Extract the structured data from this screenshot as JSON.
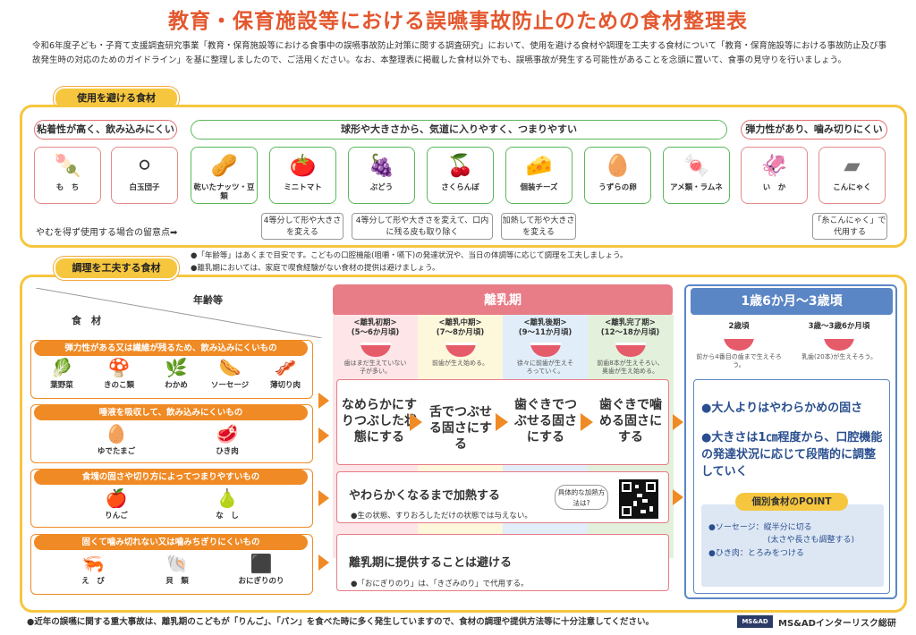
{
  "title": "教育・保育施設等における誤嚥事故防止のための食材整理表",
  "intro": "令和6年度子ども・子育て支援調査研究事業「教育・保育施設等における食事中の誤嚥事故防止対策に関する調査研究」において、使用を避ける食材や調理を工夫する食材について「教育・保育施設等における事故防止及び事故発生時の対応のためのガイドライン」を基に整理しましたので、ご活用ください。なお、本整理表に掲載した食材以外でも、誤嚥事故が発生する可能性があることを念頭に置いて、食事の見守りを行いましょう。",
  "avoid": {
    "tag": "使用を避ける食材",
    "groups": [
      {
        "label": "粘着性が高く、飲み込みにくい"
      },
      {
        "label": "球形や大きさから、気道に入りやすく、つまりやすい"
      },
      {
        "label": "弾力性があり、噛み切りにくい"
      }
    ],
    "foods": [
      {
        "label": "も　ち",
        "icon": "🍡"
      },
      {
        "label": "白玉団子",
        "icon": "⚪"
      },
      {
        "label": "乾いたナッツ・豆類",
        "icon": "🥜"
      },
      {
        "label": "ミニトマト",
        "icon": "🍅"
      },
      {
        "label": "ぶどう",
        "icon": "🍇"
      },
      {
        "label": "さくらんぼ",
        "icon": "🍒"
      },
      {
        "label": "個装チーズ",
        "icon": "🧀"
      },
      {
        "label": "うずらの卵",
        "icon": "🥚"
      },
      {
        "label": "アメ類・ラムネ",
        "icon": "🍬"
      },
      {
        "label": "い　か",
        "icon": "🦑"
      },
      {
        "label": "こんにゃく",
        "icon": "▰"
      }
    ],
    "caution": "やむを得ず使用する場合の留意点➡",
    "notes": [
      {
        "text": "4等分して形や大きさを変える"
      },
      {
        "text": "4等分して形や大きさを変えて、口内に残る皮も取り除く"
      },
      {
        "text": "加熱して形や大きさを変える"
      },
      {
        "text": "「糸こんにゃく」で代用する"
      }
    ]
  },
  "bullets": [
    "●「年齢等」はあくまで目安です。こどもの口腔機能(咀嚼・嚥下)の発達状況や、当日の体調等に応じて調理を工夫しましょう。",
    "●離乳期においては、家庭で喫食経験がない食材の提供は避けましょう。"
  ],
  "cook": {
    "tag": "調理を工夫する食材",
    "age_label": "年齢等",
    "food_label": "食　材",
    "categories": [
      {
        "label": "弾力性がある又は繊維が残るため、飲み込みにくいもの",
        "items": [
          {
            "label": "葉野菜",
            "icon": "🥬"
          },
          {
            "label": "きのこ類",
            "icon": "🍄"
          },
          {
            "label": "わかめ",
            "icon": "🌿"
          },
          {
            "label": "ソーセージ",
            "icon": "🌭"
          },
          {
            "label": "薄切り肉",
            "icon": "🥓"
          }
        ]
      },
      {
        "label": "唾液を吸収して、飲み込みにくいもの",
        "items": [
          {
            "label": "ゆでたまご",
            "icon": "🥚"
          },
          {
            "label": "ひき肉",
            "icon": "🥩"
          }
        ]
      },
      {
        "label": "食塊の固さや切り方によってつまりやすいもの",
        "items": [
          {
            "label": "りんご",
            "icon": "🍎"
          },
          {
            "label": "な　し",
            "icon": "🍐"
          }
        ]
      },
      {
        "label": "固くて噛み切れない又は噛みちぎりにくいもの",
        "items": [
          {
            "label": "え　び",
            "icon": "🦐"
          },
          {
            "label": "貝　類",
            "icon": "🐚"
          },
          {
            "label": "おにぎりのり",
            "icon": "⬛"
          }
        ]
      }
    ],
    "weaning_title": "離乳期",
    "phases": [
      {
        "name": "<離乳初期>",
        "age": "(5〜6か月頃)",
        "cap": "歯はまだ生えていない子が多い。",
        "texture": "なめらかにすりつぶした状態にする"
      },
      {
        "name": "<離乳中期>",
        "age": "(7〜8か月頃)",
        "cap": "前歯が生え始める。",
        "texture": "舌でつぶせる固さにする"
      },
      {
        "name": "<離乳後期>",
        "age": "(9〜11か月頃)",
        "cap": "徐々に前歯が生えそろっていく。",
        "texture": "歯ぐきでつぶせる固さにする"
      },
      {
        "name": "<離乳完了期>",
        "age": "(12〜18か月頃)",
        "cap": "前歯8本が生えそろい、奥歯が生え始める。",
        "texture": "歯ぐきで噛める固さにする"
      }
    ],
    "heat": {
      "main": "やわらかくなるまで加熱する",
      "bubble": "具体的な加熱方法は?",
      "note": "●生の状態、すりおろしただけの状態では与えない。"
    },
    "avoid": {
      "main": "離乳期に提供することは避ける",
      "note": "●「おにぎりのり」は、「きざみのり」で代用する。"
    },
    "toddler": {
      "title": "1歳6か月〜3歳頃",
      "ages": [
        {
          "name": "2歳頃",
          "cap": "前から4番目の歯まで生えそろう。"
        },
        {
          "name": "3歳〜3歳6か月頃",
          "cap": "乳歯(20本)が生えそろう。"
        }
      ],
      "point1": "●大人よりはやわらかめの固さ",
      "point2": "●大きさは1㎝程度から、口腔機能の発達状況に応じて段階的に調整していく",
      "points_title": "個別食材のPOINT",
      "points": [
        "●ソーセージ：縦半分に切る",
        "(太さや長さも調整する)",
        "●ひき肉：とろみをつける"
      ]
    }
  },
  "footer": "●近年の誤嚥に関する重大事故は、離乳期のこどもが「りんご」、「パン」を食べた時に多く発生していますので、食材の調理や提供方法等に十分注意してください。",
  "logo_mark": "MS&AD",
  "logo_text": "MS&ADインターリスク総研"
}
